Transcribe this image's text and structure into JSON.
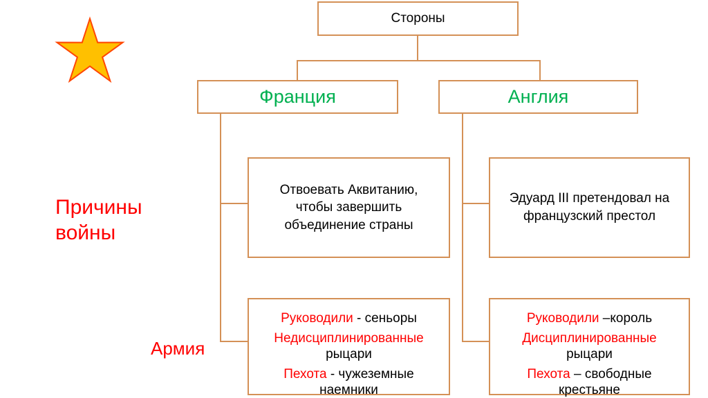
{
  "colors": {
    "box-border": "#D49056",
    "connector": "#D49056",
    "green-text": "#00B050",
    "red-text": "#FF0000",
    "star-fill": "#FFC000",
    "star-stroke": "#FF4500"
  },
  "root": {
    "label": "Стороны"
  },
  "branches": {
    "france": "Франция",
    "england": "Англия"
  },
  "rows": {
    "causes_label": "Причины войны",
    "army_label": "Армия"
  },
  "causes": {
    "france": "Отвоевать Аквитанию, чтобы завершить объединение страны",
    "england": "Эдуард III претендовал на французский престол"
  },
  "army": {
    "france": {
      "p1_red": "Руководили",
      "p1_black": " - сеньоры",
      "p2_red": "Недисциплинированные",
      "p2_black": " рыцари",
      "p3_red": "Пехота",
      "p3_black": " - чужеземные наемники"
    },
    "england": {
      "p1_red": "Руководили",
      "p1_black": " –король",
      "p2_red": "Дисциплинированные",
      "p2_black": " рыцари",
      "p3_red": "Пехота",
      "p3_black": " – свободные крестьяне"
    }
  }
}
